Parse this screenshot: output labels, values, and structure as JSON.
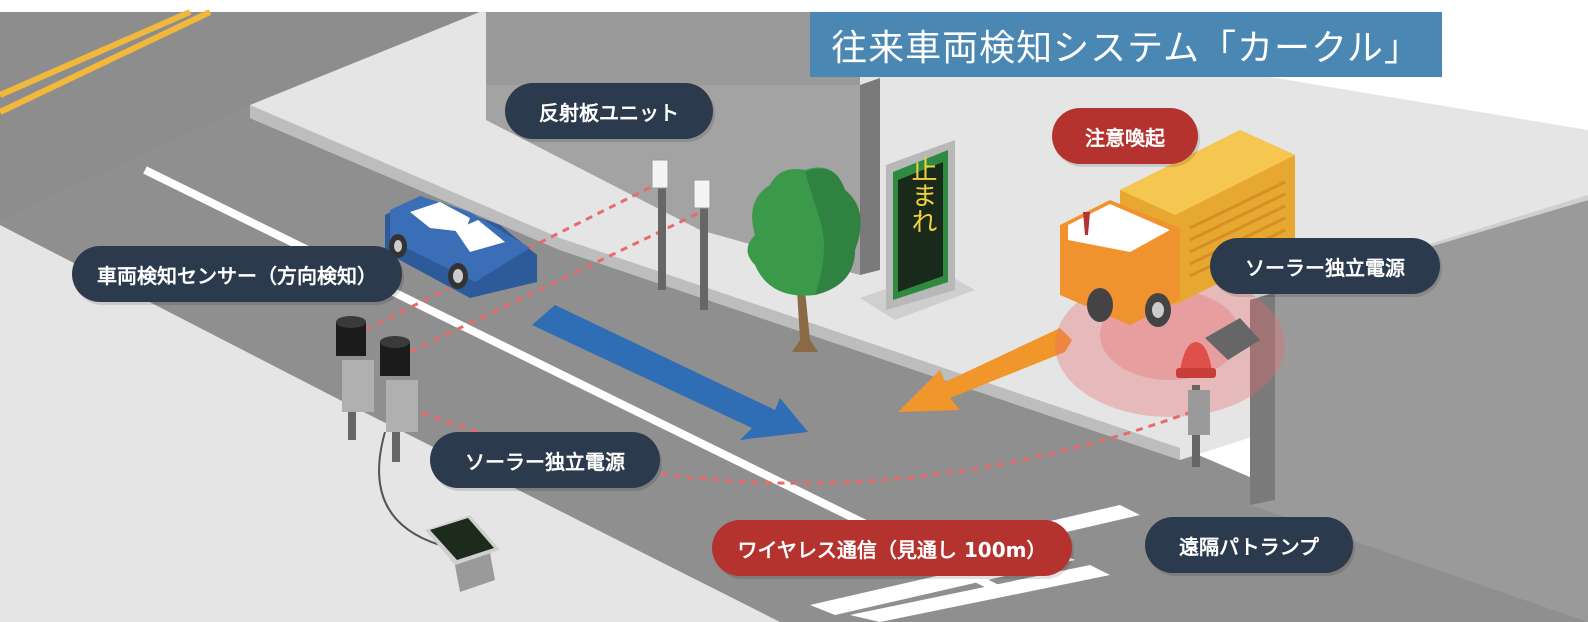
{
  "title": "往来車両検知システム「カークル」",
  "labels": {
    "reflector_unit": "反射板ユニット",
    "caution": "注意喚起",
    "vehicle_sensor": "車両検知センサー（方向検知）",
    "solar_power_right": "ソーラー独立電源",
    "solar_power_left": "ソーラー独立電源",
    "wireless": "ワイヤレス通信（見通し 100m）",
    "remote_lamp": "遠隔パトランプ"
  },
  "sign_text": "止まれ",
  "colors": {
    "title_bg": "#4a87b3",
    "label_dark": "#2c3a4d",
    "label_red": "#b5332f",
    "road": "#8f8f8f",
    "sidewalk": "#e4e4e4",
    "car": "#3a6fb8",
    "truck_body": "#f4b942",
    "truck_cab": "#f0932f",
    "arrow_blue": "#2f6db5",
    "arrow_orange": "#f0962b",
    "tree": "#3a9a4a",
    "signal_dashes": "#e86b6b"
  },
  "icons": [
    "car-icon",
    "truck-icon",
    "tree-icon",
    "stop-sign-icon",
    "sensor-icon",
    "reflector-icon",
    "solar-panel-icon",
    "patrol-lamp-icon",
    "direction-arrow-icon"
  ]
}
